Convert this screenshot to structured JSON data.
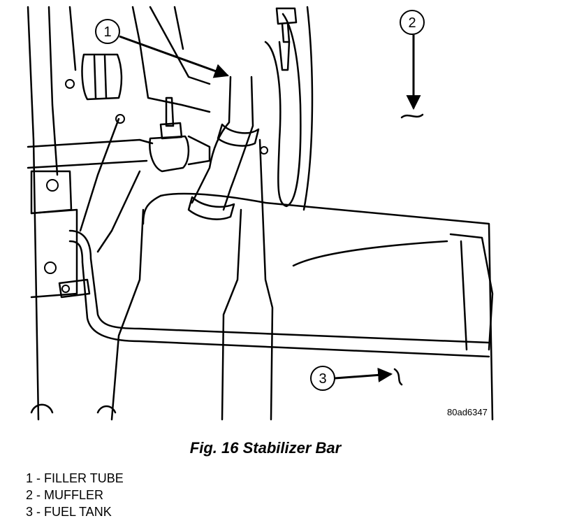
{
  "figure": {
    "title": "Fig. 16 Stabilizer Bar",
    "ref_code": "80ad6347"
  },
  "callouts": [
    {
      "number": "1",
      "label": "FILLER TUBE"
    },
    {
      "number": "2",
      "label": "MUFFLER"
    },
    {
      "number": "3",
      "label": "FUEL TANK"
    }
  ],
  "legend": [
    "1 - FILLER TUBE",
    "2 - MUFFLER",
    "3 - FUEL TANK"
  ]
}
